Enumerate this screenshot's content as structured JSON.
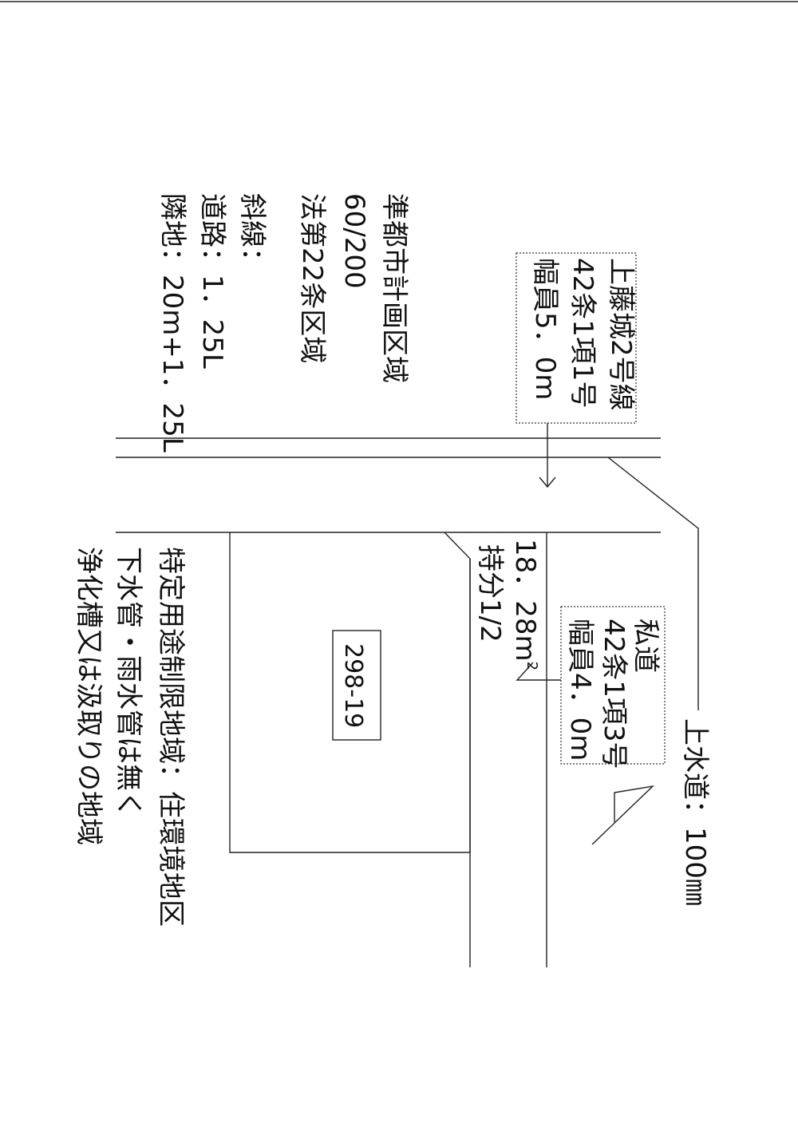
{
  "zoning": {
    "line1": "準都市計画区域",
    "line2": "60/200",
    "line3": "法第22条区域",
    "line4": "斜線：",
    "line5": "道路：1．25L",
    "line6": "隣地：20m+1．25L"
  },
  "public_road": {
    "name": "上藤城2号線",
    "article": "42条1項1号",
    "width": "幅員5．0m"
  },
  "water_supply": {
    "label": "上水道：100㎜"
  },
  "private_road": {
    "name": "私道",
    "article": "42条1項3号",
    "width": "幅員4．0m"
  },
  "share_area": {
    "area_value": "18．28m",
    "area_unit_sup": "2",
    "share": "持分1/2"
  },
  "lot": {
    "number": "298-19"
  },
  "notes": {
    "line1": "特定用途制限地域：住環境地区",
    "line2": "下水管・雨水管は無く",
    "line3": "浄化槽又は汲取りの地域"
  }
}
